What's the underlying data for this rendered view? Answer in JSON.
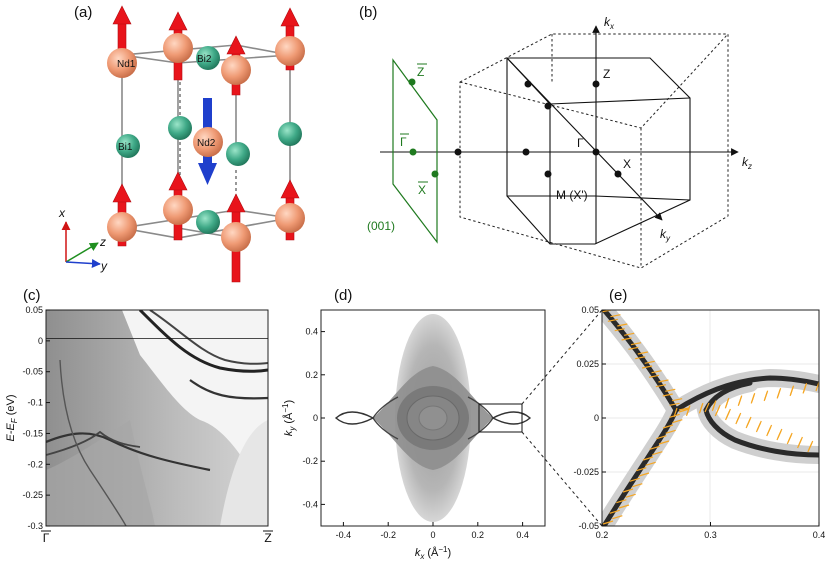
{
  "panels": {
    "a": {
      "label": "(a)",
      "atoms": {
        "nd1": "Nd1",
        "nd2": "Nd2",
        "bi1": "Bi1",
        "bi2": "Bi2"
      },
      "axes": {
        "x": "x",
        "y": "y",
        "z": "z"
      },
      "colors": {
        "nd": "#ef9a74",
        "bi": "#3fa987",
        "spin_up": "#e8141b",
        "spin_down": "#1f3fcc"
      }
    },
    "b": {
      "label": "(b)",
      "axes": {
        "kx": "k",
        "kx_sub": "x",
        "ky": "k",
        "ky_sub": "y",
        "kz": "k",
        "kz_sub": "z"
      },
      "points": {
        "Z": "Z",
        "Gamma": "Γ",
        "X": "X",
        "M": "M (X')"
      },
      "surface": {
        "Zbar": "Z",
        "Gammabar": "Γ",
        "Xbar": "X",
        "plane": "(001)"
      },
      "colors": {
        "surface": "#1f7a1f"
      }
    },
    "c": {
      "label": "(c)",
      "ylabel": "E-E",
      "ylabel_sub": "F",
      "ylabel_unit": " (eV)",
      "ytick_labels": [
        "0.05",
        "0",
        "-0.05",
        "-0.1",
        "-0.15",
        "-0.2",
        "-0.25",
        "-0.3"
      ],
      "xtick_labels": [
        "Γ",
        "Z"
      ],
      "y_range": [
        -0.3,
        0.05
      ]
    },
    "d": {
      "label": "(d)",
      "xlabel": "k",
      "xlabel_sub": "x",
      "xlabel_unit": " (Å",
      "xlabel_exp": "−1",
      "xlabel_close": ")",
      "ylabel": "k",
      "ylabel_sub": "y",
      "ylabel_unit": " (Å",
      "ylabel_exp": "−1",
      "ylabel_close": ")",
      "xtick_labels": [
        "-0.4",
        "-0.2",
        "0",
        "0.2",
        "0.4"
      ],
      "ytick_labels": [
        "0.4",
        "0.2",
        "0",
        "-0.2",
        "-0.4"
      ],
      "x_range": [
        -0.5,
        0.5
      ],
      "y_range": [
        -0.5,
        0.5
      ]
    },
    "e": {
      "label": "(e)",
      "xtick_labels": [
        "0.2",
        "0.3",
        "0.4"
      ],
      "ytick_labels": [
        "0.05",
        "0.025",
        "0",
        "-0.025",
        "-0.05"
      ],
      "x_range": [
        0.2,
        0.4
      ],
      "y_range": [
        -0.05,
        0.05
      ],
      "colors": {
        "spin_texture": "#f5a623"
      }
    }
  }
}
